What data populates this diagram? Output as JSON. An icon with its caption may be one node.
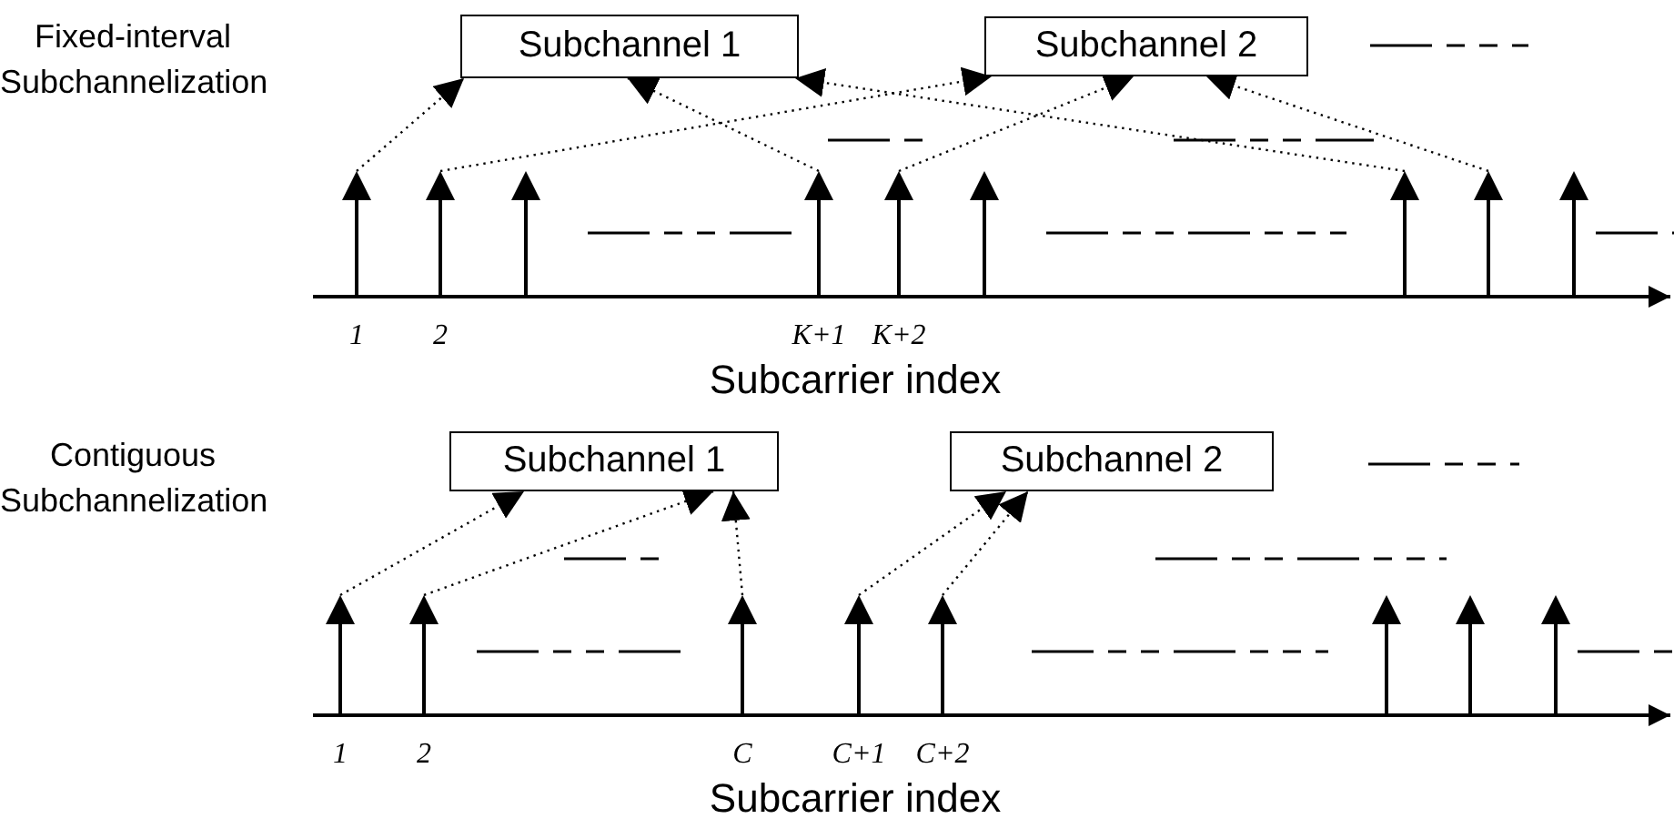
{
  "diagram": {
    "nodes": [
      {
        "text": [
          "Subchannel 1"
        ]
      },
      {
        "text": [
          "Subchannel 2"
        ]
      },
      {
        "text": [],
        "shape": "arrow"
      },
      {
        "text": [],
        "shape": "arrow"
      },
      {
        "text": [],
        "shape": "arrow"
      },
      {
        "text": [],
        "shape": "arrow"
      },
      {
        "text": [],
        "shape": "arrow"
      },
      {
        "text": [],
        "shape": "arrow"
      },
      {
        "text": [],
        "shape": "arrow"
      },
      {
        "text": [],
        "shape": "arrow"
      },
      {
        "text": [],
        "shape": "arrow"
      },
      {
        "text": [
          "Subchannel 1"
        ]
      },
      {
        "text": [
          "Subchannel 2"
        ]
      },
      {
        "text": [],
        "shape": "arrow"
      },
      {
        "text": [],
        "shape": "arrow"
      },
      {
        "text": [],
        "shape": "arrow"
      },
      {
        "text": [],
        "shape": "arrow"
      },
      {
        "text": [],
        "shape": "arrow"
      },
      {
        "text": [],
        "shape": "arrow"
      },
      {
        "text": [],
        "shape": "arrow"
      },
      {
        "text": [],
        "shape": "arrow"
      }
    ],
    "edges": [
      {
        "from": 2,
        "to": 0,
        "arrow": "to"
      },
      {
        "from": 3,
        "to": 1,
        "arrow": "to"
      },
      {
        "from": 5,
        "to": 0,
        "arrow": "to"
      },
      {
        "from": 6,
        "to": 1,
        "arrow": "to"
      },
      {
        "from": 8,
        "to": 0,
        "arrow": "to"
      },
      {
        "from": 9,
        "to": 1,
        "arrow": "to"
      },
      {
        "from": 13,
        "to": 11,
        "arrow": "to"
      },
      {
        "from": 14,
        "to": 11,
        "arrow": "to"
      },
      {
        "from": 15,
        "to": 11,
        "arrow": "to"
      },
      {
        "from": 16,
        "to": 12,
        "arrow": "to"
      },
      {
        "from": 17,
        "to": 12,
        "arrow": "to"
      }
    ],
    "labels": [
      "Fixed-interval Subchannelization",
      "1",
      "2",
      "K+1",
      "K+2",
      "Subcarrier index",
      "Contiguous Subchannelization",
      "1",
      "2",
      "C",
      "C+1",
      "C+2",
      "Subcarrier index"
    ]
  }
}
